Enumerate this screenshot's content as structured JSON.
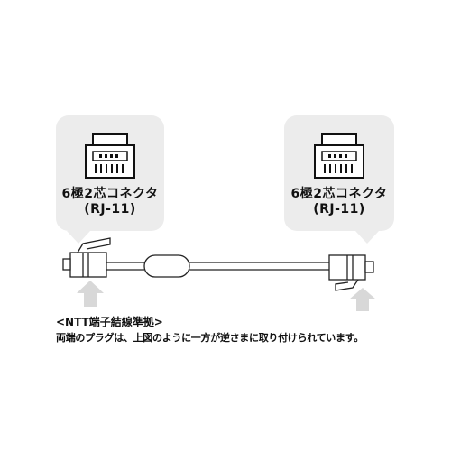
{
  "left_connector": {
    "name": "6極2芯コネクタ",
    "code": "(RJ-11)",
    "icon": "rj11-jack-icon"
  },
  "right_connector": {
    "name": "6極2芯コネクタ",
    "code": "(RJ-11)",
    "icon": "rj11-jack-icon"
  },
  "note": {
    "heading": "<NTT端子結線準拠>",
    "text": "両端のプラグは、上図のように一方が逆さまに取り付けられています。"
  },
  "colors": {
    "bubble": "#ececec",
    "line": "#222222",
    "arrow": "#d8d8d8"
  }
}
